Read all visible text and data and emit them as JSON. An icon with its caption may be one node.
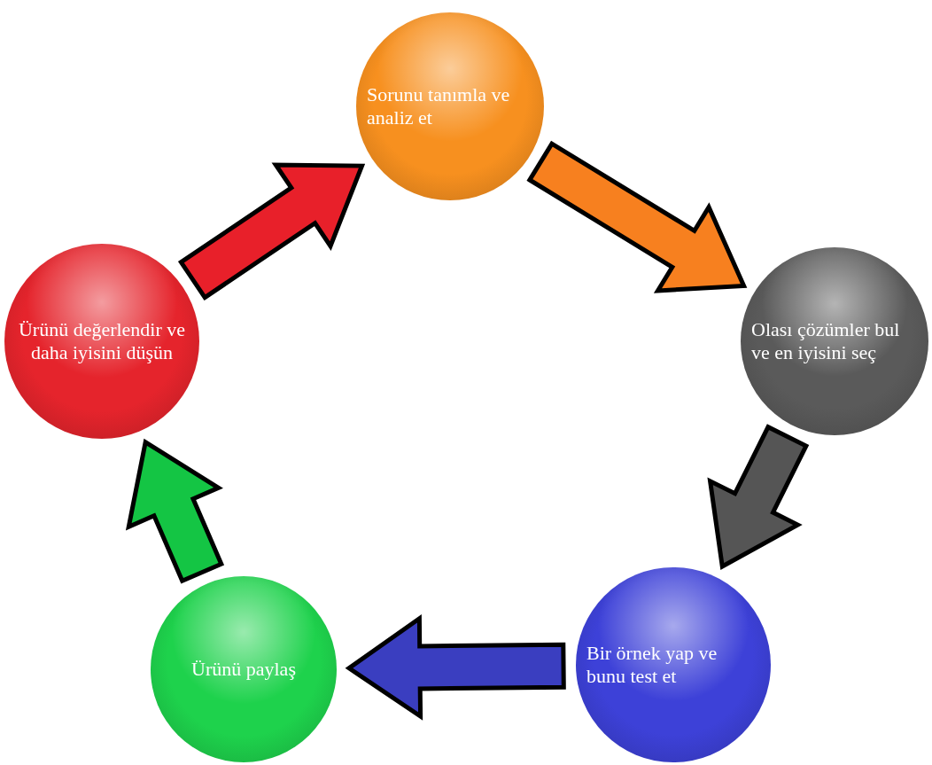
{
  "diagram": {
    "nodes": [
      {
        "text": [
          "Sorunu tanımla ve analiz et"
        ]
      },
      {
        "text": [
          "Olası çözümler bul ve en iyisini seç"
        ]
      },
      {
        "text": [
          "Bir örnek yap ve bunu test et"
        ]
      },
      {
        "text": [
          "Ürünü paylaş"
        ]
      },
      {
        "text": [
          "Ürünü değerlendir ve daha iyisini düşün"
        ]
      }
    ],
    "edges": [
      {
        "from": 4,
        "to": 0,
        "arrow": "to",
        "style": "thick",
        "color": "#e8202a"
      },
      {
        "from": 0,
        "to": 1,
        "arrow": "to",
        "style": "thick",
        "color": "#f7801f"
      },
      {
        "from": 1,
        "to": 2,
        "arrow": "to",
        "style": "thick",
        "color": "#555555"
      },
      {
        "from": 2,
        "to": 3,
        "arrow": "to",
        "style": "thick",
        "color": "#3a3ec0"
      },
      {
        "from": 3,
        "to": 4,
        "arrow": "to",
        "style": "thick",
        "color": "#14c544"
      }
    ]
  }
}
